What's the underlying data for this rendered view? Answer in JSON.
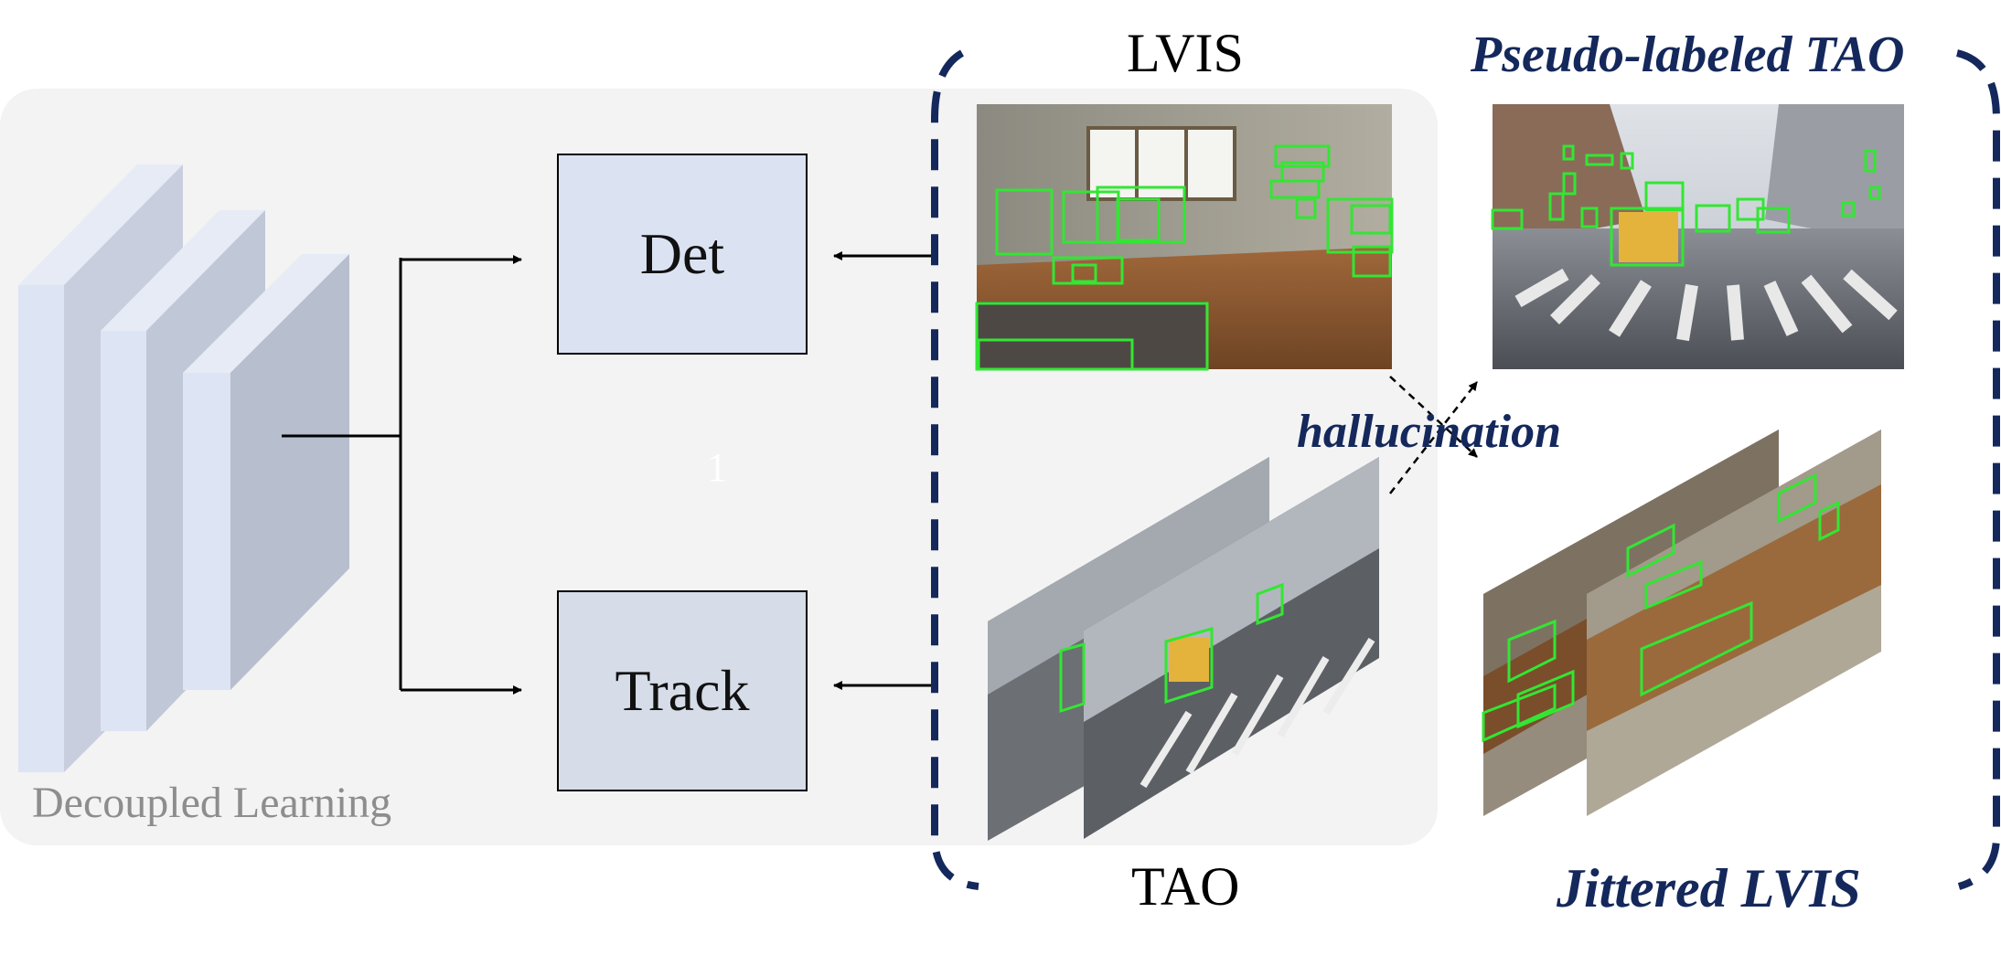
{
  "panel": {
    "caption": "Decoupled Learning",
    "marker": "1"
  },
  "modules": {
    "det": "Det",
    "track": "Track"
  },
  "datasets": {
    "lvis": "LVIS",
    "tao": "TAO",
    "pseudo_labeled_tao": "Pseudo-labeled TAO",
    "jittered_lvis": "Jittered LVIS"
  },
  "process": {
    "hallucination": "hallucination"
  },
  "colors": {
    "panel_bg": "#f3f3f3",
    "accent_navy": "#14285c",
    "bbox_green": "#33e633",
    "det_fill": "#dbe3f3",
    "track_fill": "#d6dde8"
  }
}
